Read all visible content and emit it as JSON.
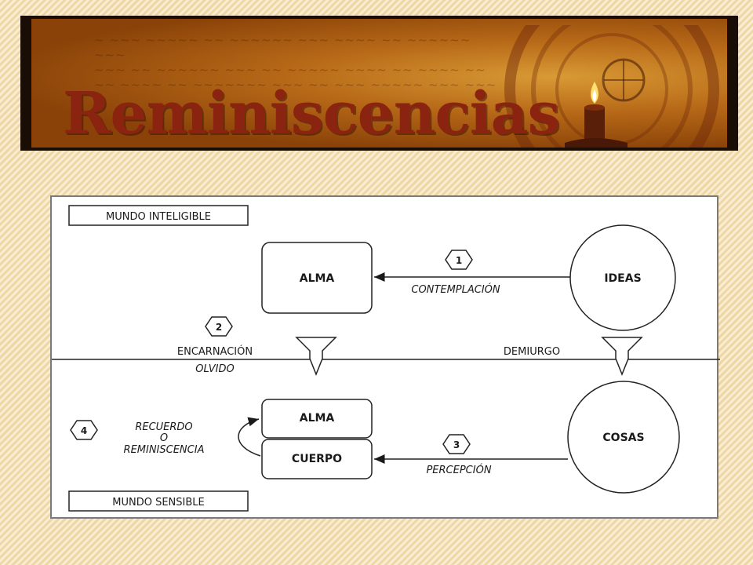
{
  "banner": {
    "title": "Reminiscencias",
    "emblem_name": "candle-emblem"
  },
  "diagram": {
    "regions": {
      "intelligible": "MUNDO INTELIGIBLE",
      "sensible": "MUNDO SENSIBLE"
    },
    "nodes": {
      "alma_top": "ALMA",
      "ideas": "IDEAS",
      "alma_bottom": "ALMA",
      "cuerpo": "CUERPO",
      "cosas": "COSAS"
    },
    "steps": {
      "one": {
        "number": "1",
        "label": "CONTEMPLACIÓN"
      },
      "two": {
        "number": "2",
        "label_1": "ENCARNACIÓN",
        "label_2": "OLVIDO"
      },
      "three": {
        "number": "3",
        "label": "PERCEPCIÓN"
      },
      "four": {
        "number": "4",
        "label_1": "RECUERDO",
        "label_2": "O",
        "label_3": "REMINISCENCIA"
      }
    },
    "demiurgo": "DEMIURGO"
  }
}
